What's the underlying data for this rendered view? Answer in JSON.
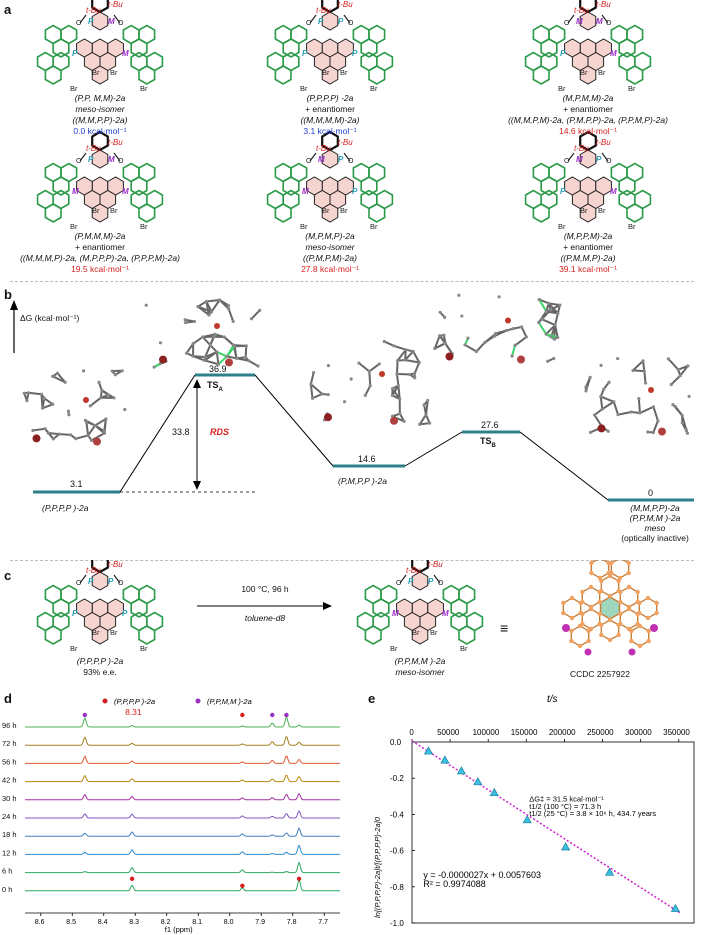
{
  "panels": {
    "a": "a",
    "b": "b",
    "c": "c",
    "d": "d",
    "e": "e"
  },
  "panel_a": {
    "isomers": [
      {
        "stereo": "(P,P, M,M)-2a",
        "note": "meso-isomer",
        "alt": "((M,M,P,P)-2a)",
        "energy": "0.0  kcal·mol⁻¹",
        "energy_color": "blue"
      },
      {
        "stereo": "(P,P,P,P) -2a",
        "note": "+ enantiomer",
        "alt": "((M,M,M,M)-2a)",
        "energy": "3.1  kcal·mol⁻¹",
        "energy_color": "blue"
      },
      {
        "stereo": "(M,P,M,M)-2a",
        "note": "+ enantiomer",
        "alt": "((M,M,P,M)-2a, (P,M,P,P)-2a, (P,P,M,P)-2a)",
        "energy": "14.6  kcal·mol⁻¹",
        "energy_color": "red"
      },
      {
        "stereo": "(P,M,M,M)-2a",
        "note": "+ enantiomer",
        "alt": "((M,M,M,P)-2a, (M,P,P,P)-2a, (P,P,P,M)-2a)",
        "energy": "19.5 kcal·mol⁻¹",
        "energy_color": "red"
      },
      {
        "stereo": "(M,P,M,P)-2a",
        "note": "meso-isomer",
        "alt": "((P,M,P,M)-2a)",
        "energy": "27.8  kcal·mol⁻¹",
        "energy_color": "red"
      },
      {
        "stereo": "(M,P,P,M)-2a",
        "note": "+ enantiomer",
        "alt": "((P,M,M,P)-2a)",
        "energy": "39.1  kcal·mol⁻¹",
        "energy_color": "red"
      }
    ],
    "tbu": "t-Bu",
    "br": "Br",
    "P": "P",
    "M": "M"
  },
  "panel_b": {
    "ylabel": "ΔG (kcal·mol⁻¹)",
    "levels": {
      "start": "3.1",
      "tsa": "36.9",
      "mid": "14.6",
      "tsb": "27.6",
      "end": "0"
    },
    "tsa_label": "TSA",
    "tsb_label": "TSB",
    "barrier": "33.8",
    "rds": "RDS",
    "start_label": "(P,P,P,P )-2a",
    "mid_label": "(P,M,P,P )-2a",
    "end_label1": "(M,M,P,P)-2a",
    "end_label2": "(P,P,M,M )-2a",
    "end_label3": "meso",
    "end_label4": "(optically inactive)"
  },
  "panel_c": {
    "conditions_top": "100 °C, 96 h",
    "conditions_bottom": "toluene-d8",
    "left_label": "(P,P,P,P )-2a",
    "left_ee": "93% e.e.",
    "right_label": "(P,P,M,M )-2a",
    "right_note": "meso-isomer",
    "ccdc": "CCDC 2257922"
  },
  "panel_d": {
    "legend1": "(P,P,P,P )-2a",
    "legend2": "(P,P,M,M )-2a",
    "peak_label": "8.31",
    "xlabel": "f1 (ppm)",
    "times": [
      "96 h",
      "72 h",
      "56 h",
      "42 h",
      "30 h",
      "24 h",
      "18 h",
      "12 h",
      "6 h",
      "0 h"
    ],
    "ticks": [
      "8.6",
      "8.5",
      "8.4",
      "8.3",
      "8.2",
      "8.1",
      "8.0",
      "7.9",
      "7.8",
      "7.7"
    ]
  },
  "chart_data": {
    "type": "scatter",
    "title": "",
    "xlabel": "t/s",
    "ylabel": "ln[(P,P,P,P)-2a]t/[(P,P,P,P)-2a]0",
    "xlim": [
      0,
      370000
    ],
    "ylim": [
      -1.0,
      0.0
    ],
    "xticks": [
      "0",
      "50000",
      "100000",
      "150000",
      "200000",
      "250000",
      "300000",
      "350000"
    ],
    "yticks": [
      "0.0",
      "-0.2",
      "-0.4",
      "-0.6",
      "-0.8",
      "-1.0"
    ],
    "x": [
      21600,
      43200,
      64800,
      86400,
      108000,
      151200,
      201600,
      259200,
      345600
    ],
    "y": [
      -0.05,
      -0.1,
      -0.16,
      -0.22,
      -0.28,
      -0.43,
      -0.58,
      -0.72,
      -0.92
    ],
    "fit": {
      "slope": -2.7e-06,
      "intercept": 0.0057603,
      "equation": "y = -0.0000027x + 0.0057603",
      "r2": "R² = 0.9974088"
    },
    "annotations": [
      "ΔG‡ = 31.5 kcal·mol⁻¹",
      "t1/2 (100 °C) = 71.3 h",
      "t1/2 (25 °C) = 3.8 × 10⁶ h, 434.7 years"
    ]
  }
}
